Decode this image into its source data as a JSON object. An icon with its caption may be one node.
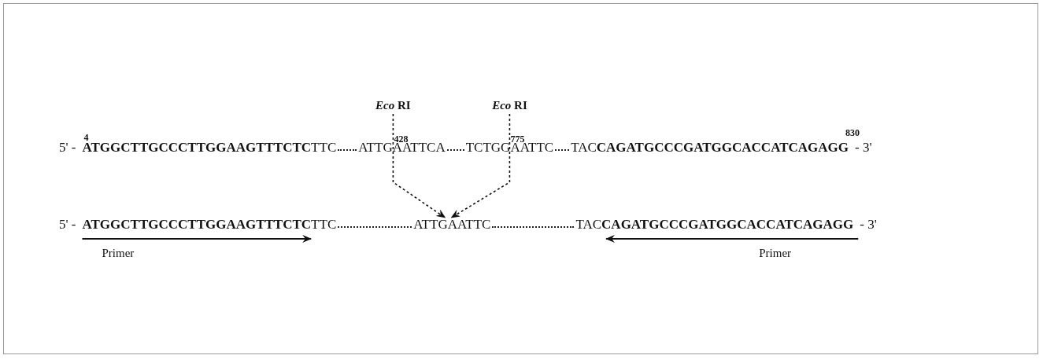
{
  "diagram": {
    "nodes": [
      {
        "text": [
          "*Eco* RI"
        ]
      },
      {
        "text": [
          "*Eco* RI"
        ]
      },
      {
        "text": [
          "ATTGAATTC"
        ]
      }
    ],
    "edges": [
      {
        "from": 0,
        "to": 2,
        "arrow": "to",
        "style": "dashed"
      },
      {
        "from": 1,
        "to": 2,
        "arrow": "to",
        "style": "dashed"
      }
    ],
    "labels": [
      "5' -",
      "4",
      "ATGGCTTGCCCTTGGAAGTTTCTC",
      "TTC",
      "ATTGAATTCA",
      "428",
      "TCTGGAATTC",
      "775",
      "TAC",
      "CAGATGCCCGATGGCACCATCAGAGG",
      "830",
      "- 3'",
      "5' -",
      "ATGGCTTGCCCTTGGAAGTTTCTC",
      "TTC",
      "TAC",
      "CAGATGCCCGATGGCACCATCAGAGG",
      "- 3'",
      "Primer",
      "Primer"
    ]
  }
}
